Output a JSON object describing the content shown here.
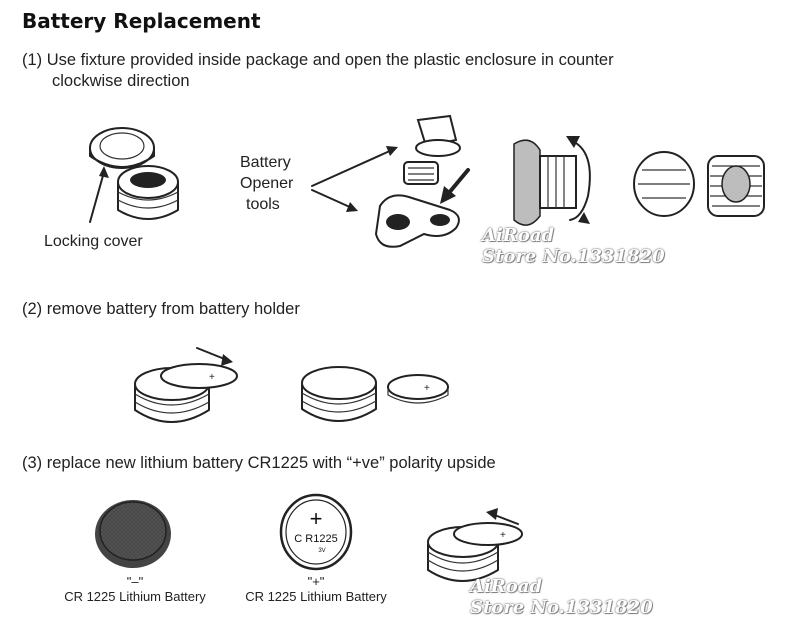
{
  "title": "Battery Replacement",
  "step1": {
    "line1": "(1) Use fixture provided inside package and open the plastic enclosure in  counter",
    "line2": "clockwise direction",
    "locking_cover": "Locking cover",
    "opener": [
      "Battery",
      "Opener",
      "tools"
    ]
  },
  "step2": {
    "text": "(2) remove battery from battery holder"
  },
  "step3": {
    "text": "(3) replace new lithium battery  CR1225 with “+ve”  polarity upside",
    "battery_neg_sign": "\"–\"",
    "battery_neg_label": "CR 1225 Lithium Battery",
    "battery_pos_sign": "\"+\"",
    "battery_pos_label": "CR 1225 Lithium Battery",
    "battery_face_plus": "+",
    "battery_face_model": "C R1225",
    "battery_face_volt": "3V"
  },
  "watermark": {
    "line1": "AiRoad",
    "line2": "Store No.1331820"
  }
}
